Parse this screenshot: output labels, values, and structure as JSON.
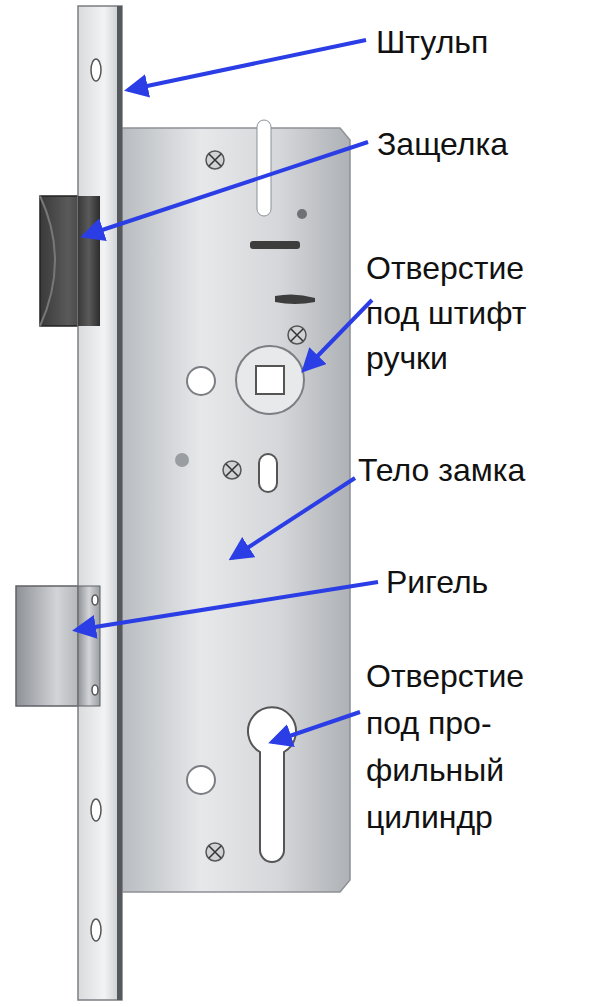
{
  "diagram": {
    "labels": [
      "Штульп",
      "Защелка",
      "Отверстие под штифт ручки",
      "Тело замка",
      "Ригель",
      "Отверстие под про- фильный цилиндр"
    ]
  }
}
